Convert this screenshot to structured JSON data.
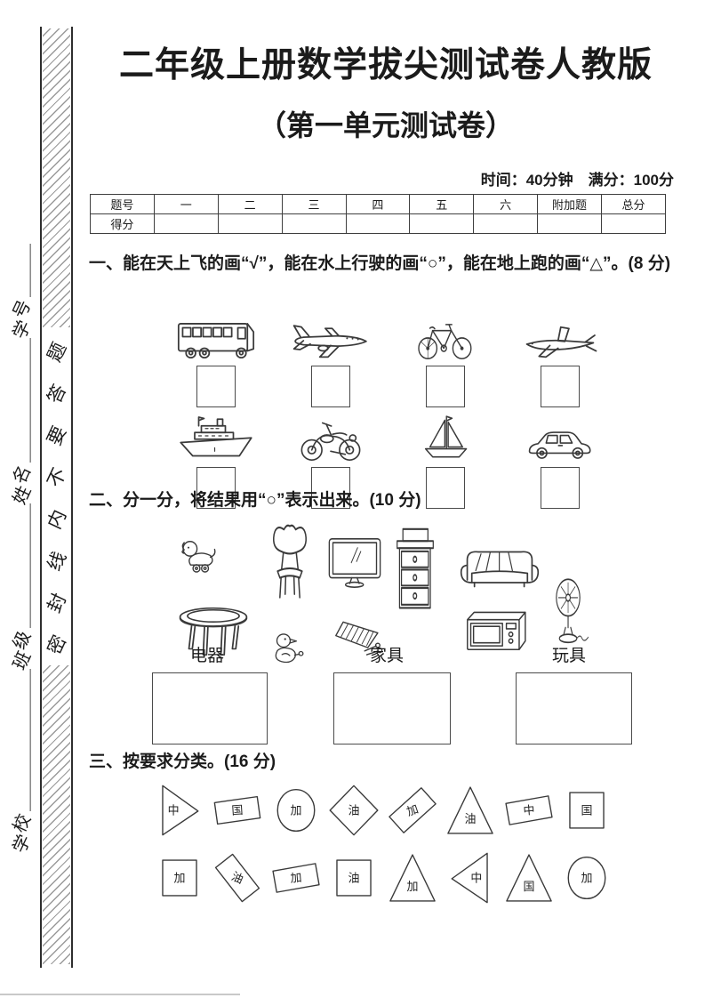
{
  "page": {
    "background": "#ffffff",
    "ink": "#1b1b1b",
    "line_color": "#3f3f3f",
    "hatch_color": "#9a9a9a"
  },
  "header": {
    "title": "二年级上册数学拔尖测试卷人教版",
    "subtitle": "（第一单元测试卷）",
    "meta": "时间：40分钟　满分：100分"
  },
  "score_table": {
    "columns": [
      "题号",
      "一",
      "二",
      "三",
      "四",
      "五",
      "六",
      "附加题",
      "总分"
    ],
    "row_label": "得分"
  },
  "sidebar": {
    "seal_text": "密封线内不要答题",
    "fields": [
      {
        "label": "学号"
      },
      {
        "label": "姓名"
      },
      {
        "label": "班级"
      },
      {
        "label": "学校"
      }
    ]
  },
  "q1": {
    "text": "一、能在天上飞的画“√”，能在水上行驶的画“○”，能在地上跑的画“△”。(8 分)",
    "rows": [
      [
        {
          "icon": "bus"
        },
        {
          "icon": "airplane"
        },
        {
          "icon": "bicycle"
        },
        {
          "icon": "smallplane"
        }
      ],
      [
        {
          "icon": "ship"
        },
        {
          "icon": "motorcycle"
        },
        {
          "icon": "sailboat"
        },
        {
          "icon": "car"
        }
      ]
    ]
  },
  "q2": {
    "text": "二、分一分，将结果用“○”表示出来。(10 分)",
    "items": [
      {
        "icon": "dog"
      },
      {
        "icon": "chair"
      },
      {
        "icon": "tv"
      },
      {
        "icon": "cabinet"
      },
      {
        "icon": "sofa"
      },
      {
        "icon": "fan"
      },
      {
        "icon": "table"
      },
      {
        "icon": "duck"
      },
      {
        "icon": "xylophone"
      },
      {
        "icon": "microwave"
      }
    ],
    "groups": [
      {
        "label": "电器"
      },
      {
        "label": "家具"
      },
      {
        "label": "玩具"
      }
    ]
  },
  "q3": {
    "text": "三、按要求分类。(16 分)",
    "rows": [
      [
        {
          "shape": "triangle-right",
          "char": "中",
          "rot": 0
        },
        {
          "shape": "rect",
          "char": "国",
          "rot": -8
        },
        {
          "shape": "circle",
          "char": "加",
          "rot": 0
        },
        {
          "shape": "diamond",
          "char": "油",
          "rot": 0
        },
        {
          "shape": "rect",
          "char": "加",
          "rot": -42
        },
        {
          "shape": "triangle-up",
          "char": "油",
          "rot": 0
        },
        {
          "shape": "rect",
          "char": "中",
          "rot": -10
        },
        {
          "shape": "square",
          "char": "国",
          "rot": 0
        }
      ],
      [
        {
          "shape": "square",
          "char": "加",
          "rot": 0
        },
        {
          "shape": "rect",
          "char": "油",
          "rot": 52
        },
        {
          "shape": "rect",
          "char": "加",
          "rot": -10
        },
        {
          "shape": "square",
          "char": "油",
          "rot": 0
        },
        {
          "shape": "triangle-up",
          "char": "加",
          "rot": 0
        },
        {
          "shape": "triangle-left",
          "char": "中",
          "rot": 0
        },
        {
          "shape": "triangle-up",
          "char": "国",
          "rot": 0
        },
        {
          "shape": "circle",
          "char": "加",
          "rot": 0
        }
      ]
    ]
  }
}
